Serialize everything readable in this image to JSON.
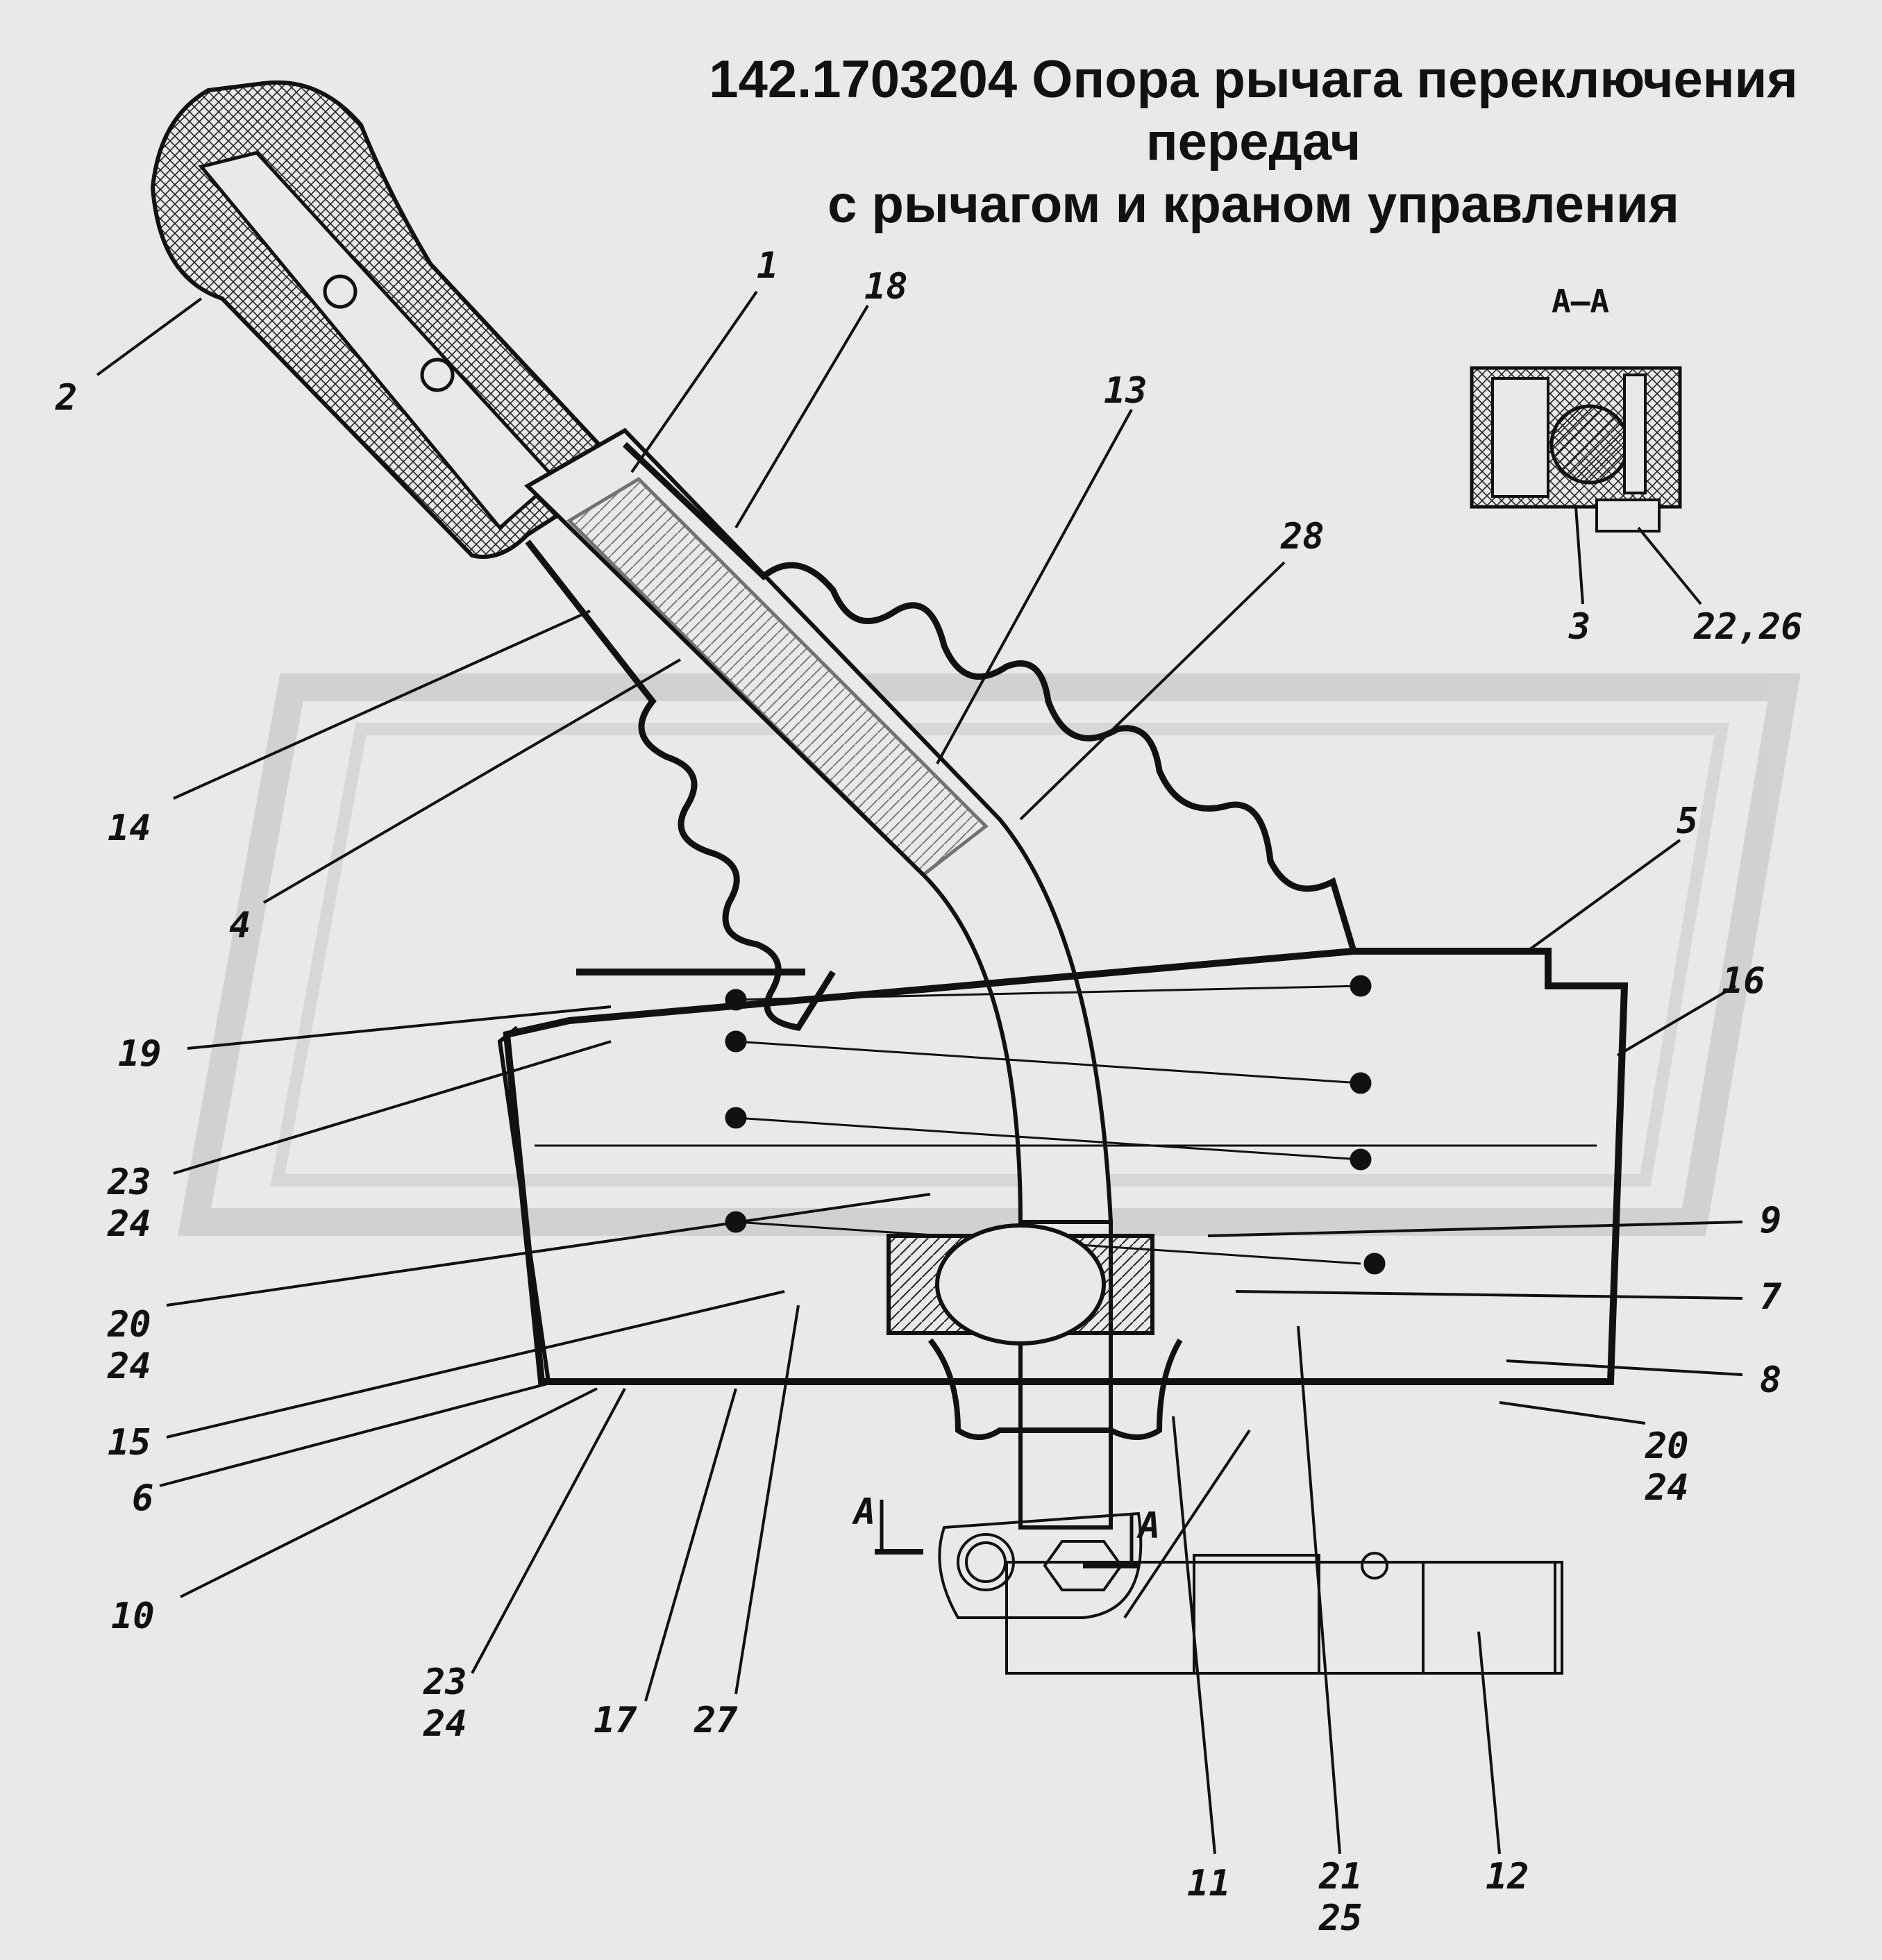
{
  "title": {
    "line1": "142.1703204 Опора рычага переключения передач",
    "line2": "с рычагом и краном управления"
  },
  "section_label": "А–А",
  "cut_label_left": "А",
  "cut_label_right": "А",
  "callouts": {
    "c1": "1",
    "c2": "2",
    "c3": "3",
    "c4": "4",
    "c5": "5",
    "c6": "6",
    "c7": "7",
    "c8": "8",
    "c9": "9",
    "c10": "10",
    "c11": "11",
    "c12": "12",
    "c13": "13",
    "c14": "14",
    "c15": "15",
    "c16": "16",
    "c17": "17",
    "c18": "18",
    "c19": "19",
    "c20a": "20",
    "c20b": "24",
    "c20c": "20",
    "c20d": "24",
    "c21a": "21",
    "c21b": "25",
    "c22": "22,26",
    "c23a": "23",
    "c23b": "24",
    "c23c": "23",
    "c23d": "24",
    "c27": "27",
    "c28": "28"
  },
  "colors": {
    "ink": "#111111",
    "paper": "#e9e9e9",
    "watermark": "#cfcfcf"
  }
}
